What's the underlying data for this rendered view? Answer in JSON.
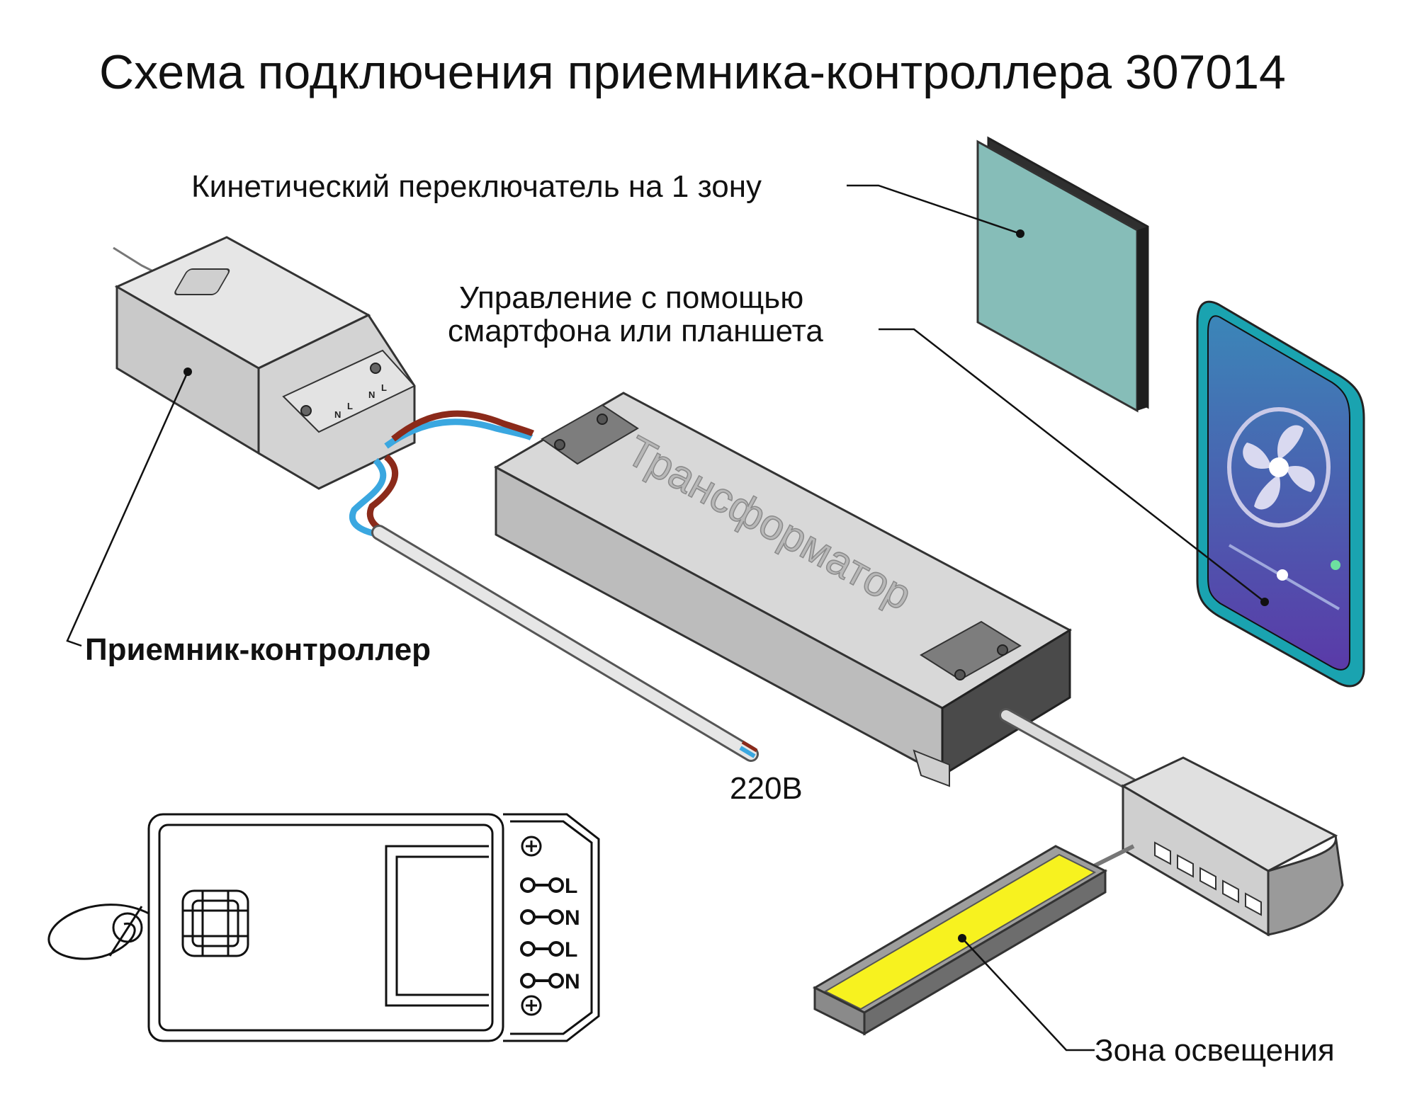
{
  "title": "Схема подключения приемника-контроллера 307014",
  "labels": {
    "switch": "Кинетический переключатель на 1 зону",
    "smartphone_line1": "Управление с помощью",
    "smartphone_line2": "смартфона или планшета",
    "transformer": "Трансформатор",
    "receiver": "Приемник-контроллер",
    "voltage": "220В",
    "lighting_zone": "Зона освещения"
  },
  "terminals": [
    "L",
    "N",
    "L",
    "N"
  ],
  "colors": {
    "wire_blue": "#3aa7e0",
    "wire_brown": "#8b2a1a",
    "switch_face": "#86bdb8",
    "led_strip": "#f7f21f",
    "phone_frame": "#1aa3b0",
    "phone_screen_top": "#3b86b8",
    "phone_screen_bottom": "#5a3aa8"
  },
  "icons": [
    "fan-icon",
    "screw-icon",
    "ground-icon"
  ]
}
